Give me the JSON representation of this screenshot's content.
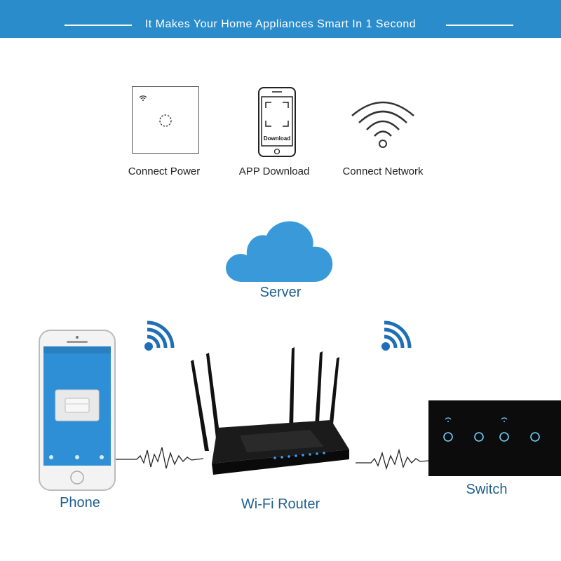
{
  "banner": {
    "title": "It Makes Your Home Appliances Smart In 1 Second"
  },
  "steps": [
    {
      "label": "Connect Power",
      "icon": "wall-switch-icon"
    },
    {
      "label": "APP Download",
      "icon": "phone-download-icon",
      "screen_text": "Download"
    },
    {
      "label": "Connect Network",
      "icon": "wifi-icon"
    }
  ],
  "server": {
    "label": "Server",
    "icon": "cloud-icon"
  },
  "devices": {
    "phone": {
      "label": "Phone"
    },
    "router": {
      "label": "Wi-Fi Router"
    },
    "switch": {
      "label": "Switch"
    }
  },
  "colors": {
    "accent": "#2b8ccc",
    "cloud": "#3a9ad9",
    "label": "#1f5f8f",
    "wifi": "#1e6fb5"
  }
}
